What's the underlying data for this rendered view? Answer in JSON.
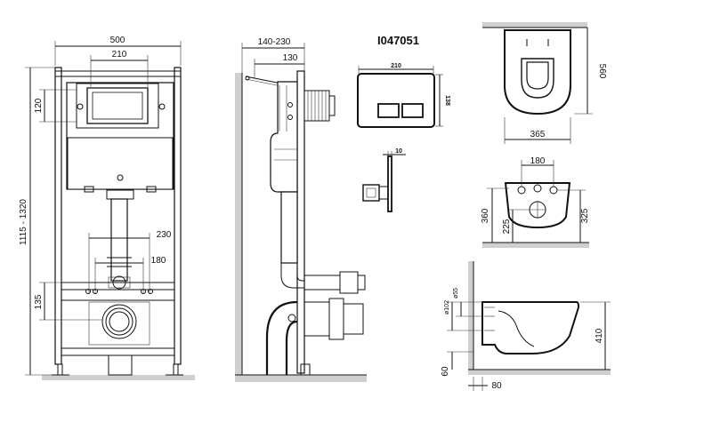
{
  "model_code": "I047051",
  "front_view": {
    "width_total": "500",
    "width_inner": "210",
    "height_range": "1115 - 1320",
    "panel_height": "120",
    "pipe_offset_1": "230",
    "pipe_offset_2": "180",
    "drain_height": "135"
  },
  "side_view": {
    "depth_range": "140-230",
    "depth_fixed": "130"
  },
  "flush_plate": {
    "width": "210",
    "height": "138",
    "thickness": "10"
  },
  "toilet_top": {
    "length": "560",
    "width": "365"
  },
  "toilet_rear": {
    "hole_spacing": "180",
    "height_1": "360",
    "height_2": "225",
    "height_3": "325"
  },
  "toilet_side": {
    "diameter_1": "ø102",
    "diameter_2": "ø55",
    "height": "410",
    "floor_offset": "60",
    "wall_gap": "80"
  }
}
